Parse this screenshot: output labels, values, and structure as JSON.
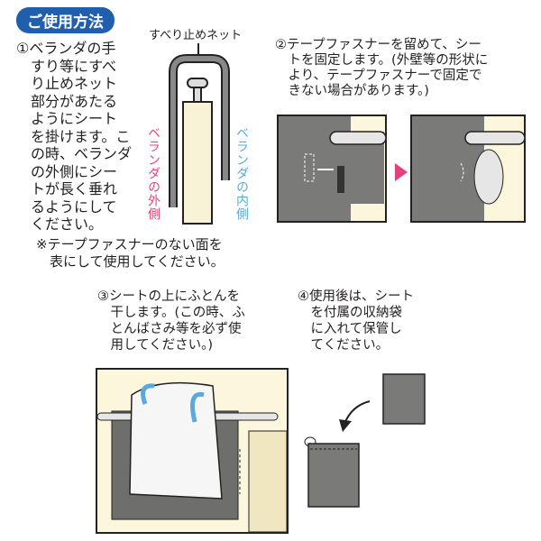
{
  "header": {
    "title": "ご使用方法"
  },
  "step1": {
    "lines": [
      "①ベランダの手",
      "　すり等にすべ",
      "　り止めネット",
      "　部分があたる",
      "　ようにシート",
      "　を掛けます。こ",
      "　の時、ベランダ",
      "　の外側にシー",
      "　トが長く垂れ",
      "　るようにして",
      "　ください。"
    ],
    "net_label": "すべり止めネット",
    "outside_label": "ベランダの外側",
    "inside_label": "ベランダの内側",
    "note": [
      "※テープファスナーのない面を",
      "　表にして使用してください。"
    ]
  },
  "step2": {
    "lines": [
      "②テープファスナーを留めて、シー",
      "　トを固定します。(外壁等の形状に",
      "　より、テープファスナーで固定で",
      "　きない場合があります。)"
    ]
  },
  "step3": {
    "lines": [
      "③シートの上にふとんを",
      "　干します。(この時、ふ",
      "　とんばさみ等を必ず使",
      "　用してください。)"
    ]
  },
  "step4": {
    "lines": [
      "④使用後は、シート",
      "　を付属の収納袋",
      "　に入れて保管し",
      "　てください。"
    ]
  },
  "colors": {
    "title_bg": "#1f5fae",
    "outside": "#e2457e",
    "inside": "#5aa9dd",
    "arrow": "#e63f7f",
    "sheet": "#7a7a78",
    "wall": "#fbf6dc"
  }
}
